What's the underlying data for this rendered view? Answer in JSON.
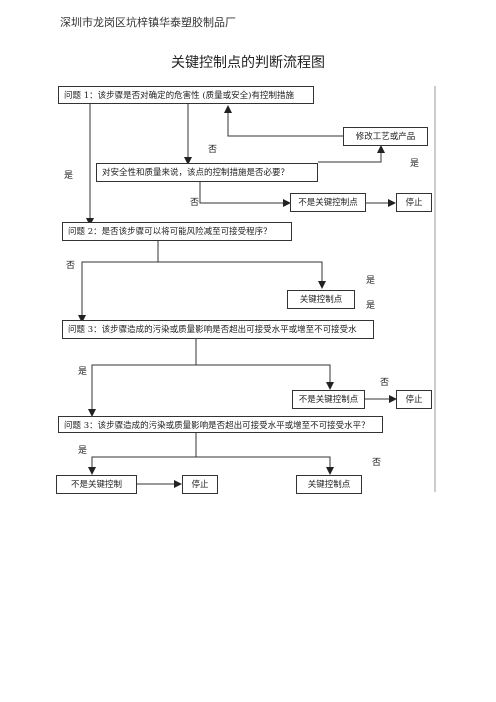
{
  "header": {
    "company": "深圳市龙岗区坑梓镇华泰塑胶制品厂",
    "title": "关键控制点的判断流程图"
  },
  "boxes": {
    "q1": "问题 1：该步骤是否对确定的危害性 (质量或安全)有控制措施",
    "modify": "修改工艺或产品",
    "necessary": "对安全性和质量来说，该点的控制措施是否必要？",
    "not_ccp_1": "不是关键控制点",
    "stop_1": "停止",
    "q2": "问题 2：是否该步骤可以将可能风险减至可接受程序？",
    "ccp_1": "关键控制点",
    "q3a": "问题 3：该步骤造成的污染或质量影响是否超出可接受水平或增至不可接受水",
    "not_ccp_2": "不是关键控制点",
    "stop_2": "停止",
    "q3b": "问题 3：该步骤造成的污染或质量影响是否超出可接受水平或增至不可接受水平？",
    "not_ccp_3": "不是关键控制",
    "stop_3": "停止",
    "ccp_2": "关键控制点"
  },
  "labels": {
    "no_1": "否",
    "yes_modify": "是",
    "yes_1": "是",
    "no_2": "否",
    "no_3": "否",
    "yes_2": "是",
    "yes_3": "是",
    "yes_4": "是",
    "no_4": "否",
    "yes_5": "是",
    "no_5": "否"
  }
}
